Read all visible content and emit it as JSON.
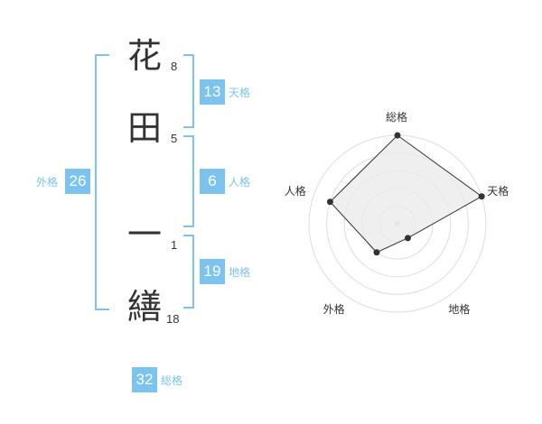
{
  "name": {
    "characters": [
      {
        "char": "花",
        "strokes": "8"
      },
      {
        "char": "田",
        "strokes": "5"
      },
      {
        "char": "一",
        "strokes": "1"
      },
      {
        "char": "繕",
        "strokes": "18"
      }
    ]
  },
  "kakusu": {
    "tenkaku": {
      "value": "13",
      "label": "天格"
    },
    "jinkaku": {
      "value": "6",
      "label": "人格"
    },
    "chikaku": {
      "value": "19",
      "label": "地格"
    },
    "gaikaku": {
      "value": "26",
      "label": "外格"
    },
    "soukaku": {
      "value": "32",
      "label": "総格"
    }
  },
  "colors": {
    "accent": "#7cc4ef",
    "text": "#333333",
    "grid": "#dddddd",
    "fill": "#ebebeb"
  },
  "chart_data": {
    "type": "radar",
    "axes": [
      "総格",
      "天格",
      "地格",
      "外格",
      "人格"
    ],
    "max": 5,
    "rings": 5,
    "values": [
      5,
      5,
      1,
      2,
      4
    ]
  }
}
